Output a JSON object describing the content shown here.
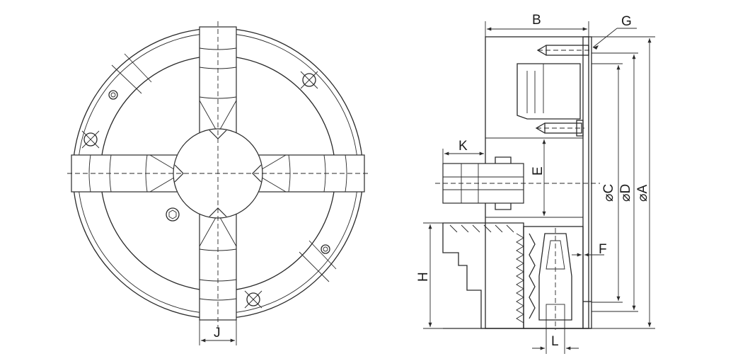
{
  "labels": {
    "A": "⌀A",
    "B": "B",
    "C": "⌀C",
    "D": "⌀D",
    "E": "E",
    "F": "F",
    "G": "G",
    "H": "H",
    "J": "J",
    "K": "K",
    "L": "L"
  }
}
